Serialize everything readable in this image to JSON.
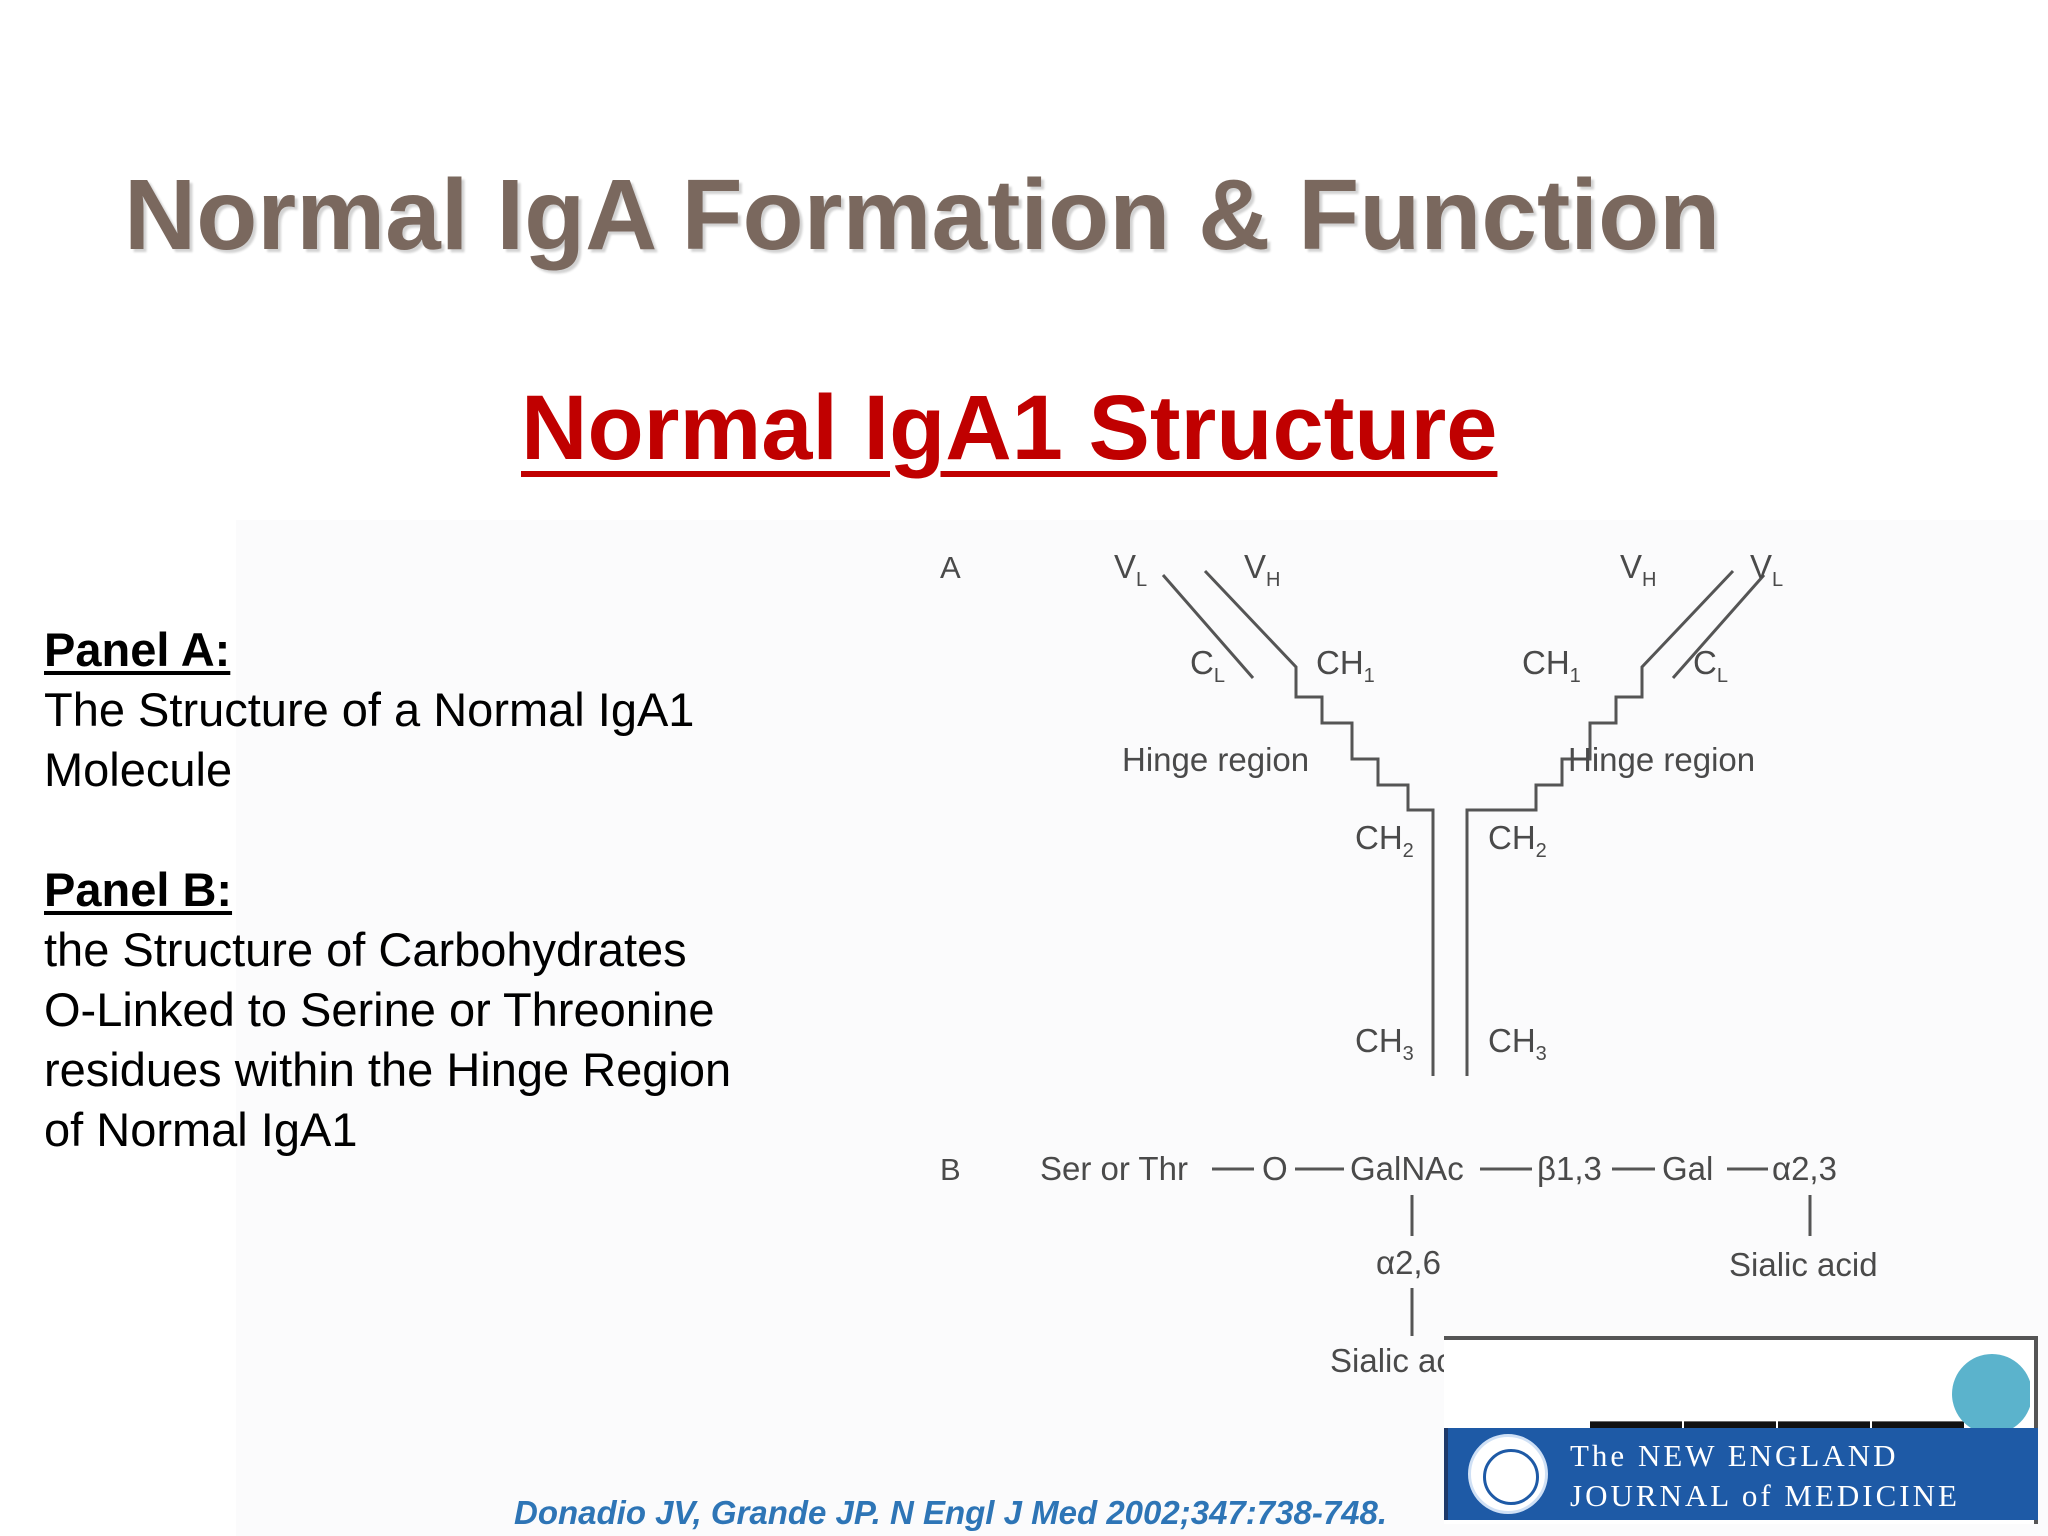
{
  "slide": {
    "title": "Normal IgA Formation & Function",
    "subtitle": "Normal IgA1 Structure"
  },
  "left_text": {
    "panel_a_heading": "Panel A:",
    "panel_a_line1": "The Structure of a Normal IgA1",
    "panel_a_line2": "Molecule",
    "panel_b_heading": "Panel B:",
    "panel_b_line1": "the Structure of Carbohydrates",
    "panel_b_line2": "O-Linked to Serine or Threonine",
    "panel_b_line3": "residues within the Hinge Region",
    "panel_b_line4": "of Normal IgA1"
  },
  "diagram": {
    "panel_a": {
      "label": "A",
      "left": {
        "v_light": {
          "base": "V",
          "sub": "L"
        },
        "v_heavy": {
          "base": "V",
          "sub": "H"
        },
        "c_light": {
          "base": "C",
          "sub": "L"
        },
        "ch1": {
          "base": "CH",
          "sub": "1"
        },
        "hinge": "Hinge region",
        "ch2": {
          "base": "CH",
          "sub": "2"
        },
        "ch3": {
          "base": "CH",
          "sub": "3"
        }
      },
      "right": {
        "v_heavy": {
          "base": "V",
          "sub": "H"
        },
        "v_light": {
          "base": "V",
          "sub": "L"
        },
        "ch1": {
          "base": "CH",
          "sub": "1"
        },
        "c_light": {
          "base": "C",
          "sub": "L"
        },
        "hinge": "Hinge region",
        "ch2": {
          "base": "CH",
          "sub": "2"
        },
        "ch3": {
          "base": "CH",
          "sub": "3"
        }
      }
    },
    "panel_b": {
      "label": "B",
      "ser_thr": "Ser or Thr",
      "o": "O",
      "galnac": "GalNAc",
      "beta13": "β1,3",
      "gal": "Gal",
      "alpha23": "α2,3",
      "alpha26": "α2,6",
      "sialic_acid_1": "Sialic acid",
      "sialic_acid_2": "Sialic acid"
    }
  },
  "citation": "Donadio JV, Grande JP. N Engl J Med 2002;347:738-748.",
  "journal": {
    "line1": "The NEW ENGLAND",
    "line2": "JOURNAL of MEDICINE"
  },
  "colors": {
    "title": "#7a685e",
    "subtitle": "#c00000",
    "citation": "#2e75b6",
    "journal_bar": "#1e5aa6"
  }
}
